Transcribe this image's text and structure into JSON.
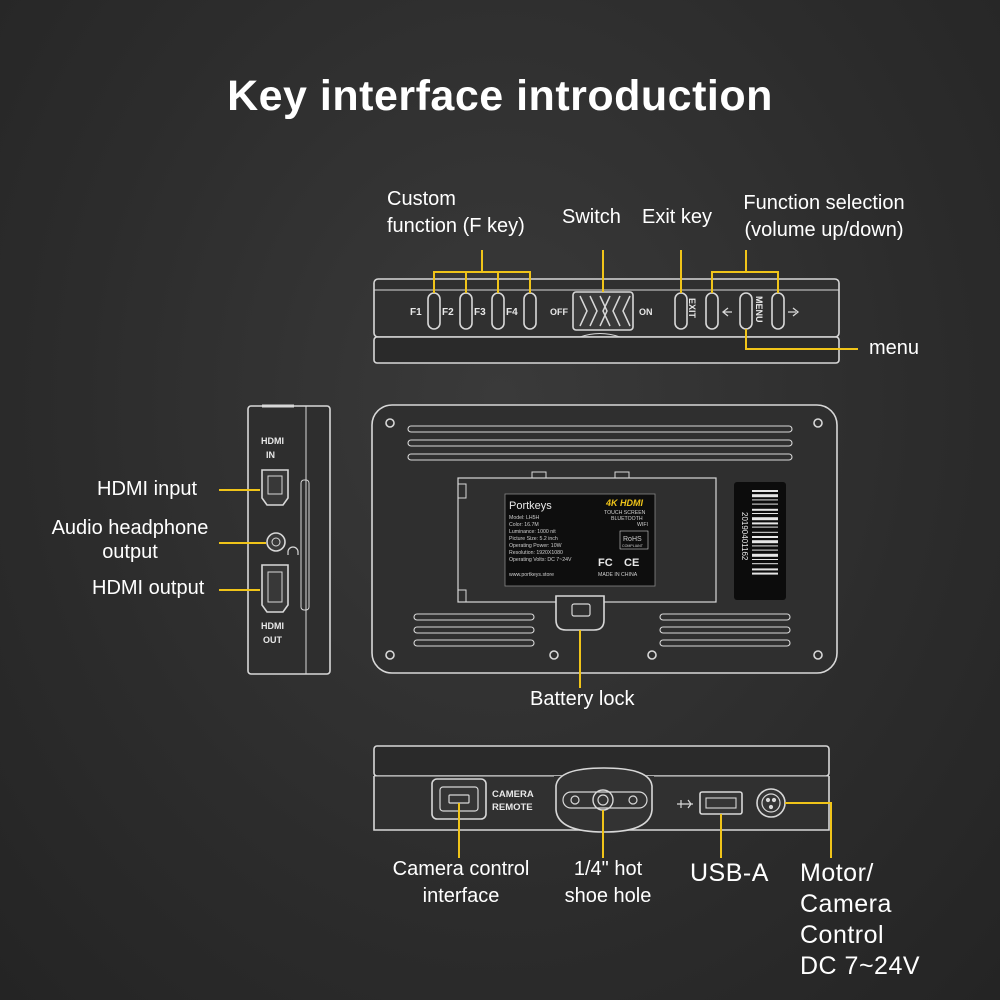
{
  "title": "Key interface introduction",
  "top_view": {
    "labels": {
      "custom_function": [
        "Custom",
        "function (F key)"
      ],
      "switch": "Switch",
      "exit_key": "Exit key",
      "function_selection": [
        "Function selection",
        "(volume up/down)"
      ],
      "menu": "menu"
    },
    "device_text": {
      "f1": "F1",
      "f2": "F2",
      "f3": "F3",
      "f4": "F4",
      "off": "OFF",
      "on": "ON",
      "exit": "EXIT",
      "menu": "MENU"
    }
  },
  "side_view": {
    "labels": {
      "hdmi_input": "HDMI input",
      "audio_headphone": [
        "Audio headphone",
        "output"
      ],
      "hdmi_output": "HDMI output"
    },
    "device_text": {
      "hdmi_in": [
        "HDMI",
        "IN"
      ],
      "hdmi_out": [
        "HDMI",
        "OUT"
      ]
    }
  },
  "back_view": {
    "battery_lock": "Battery lock",
    "serial": "20190401162",
    "sticker": {
      "brand": "Portkeys",
      "badge": "4K HDMI",
      "features": [
        "TOUCH SCREEN",
        "BLUETOOTH",
        "WIFI"
      ],
      "specs": [
        "Model: LH5H",
        "Color: 16.7M",
        "Luminance: 1000 nit",
        "Picture Size: 5.2 inch",
        "Operating Power: 10W",
        "Resolution: 1920X1080",
        "Operating Volts: DC 7~24V",
        "www.portkeys.store"
      ],
      "rohs": "RoHS",
      "rohs_sub": "COMPLIANT",
      "fc": "FC",
      "ce": "CE",
      "made_in": "MADE IN CHINA"
    }
  },
  "bottom_view": {
    "device_text": {
      "camera_remote": [
        "CAMERA",
        "REMOTE"
      ]
    },
    "labels": {
      "camera_control": [
        "Camera control",
        "interface"
      ],
      "hot_shoe": [
        "1/4\" hot",
        "shoe hole"
      ],
      "usb_a": "USB-A",
      "motor": [
        "Motor/",
        "Camera",
        "Control",
        "DC 7~24V"
      ]
    }
  },
  "colors": {
    "accent": "#f0c419",
    "device_line": "#d8d8d8",
    "background": "#2c2c2c"
  }
}
